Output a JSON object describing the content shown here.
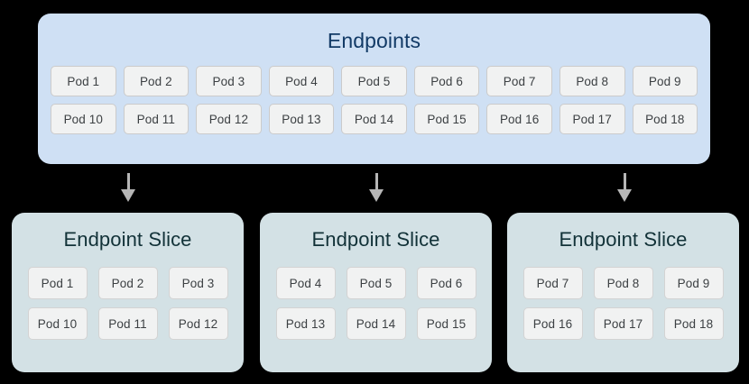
{
  "diagram": {
    "colors": {
      "background": "#000000",
      "endpoints_panel_bg": "#cfe0f4",
      "endpoints_title_text": "#123a66",
      "slice_panel_bg": "#d3e1e5",
      "slice_title_text": "#123238",
      "pod_chip_bg": "#f1f2f2",
      "pod_chip_border": "#cbcbcb",
      "pod_chip_text": "#3c4043",
      "arrow": "#b6b6b6"
    },
    "endpoints": {
      "title": "Endpoints",
      "rows": [
        [
          "Pod 1",
          "Pod 2",
          "Pod 3",
          "Pod 4",
          "Pod 5",
          "Pod 6",
          "Pod 7",
          "Pod 8",
          "Pod 9"
        ],
        [
          "Pod 10",
          "Pod 11",
          "Pod 12",
          "Pod 13",
          "Pod 14",
          "Pod 15",
          "Pod 16",
          "Pod 17",
          "Pod 18"
        ]
      ]
    },
    "arrows": [
      {
        "name": "arrow-to-slice-1"
      },
      {
        "name": "arrow-to-slice-2"
      },
      {
        "name": "arrow-to-slice-3"
      }
    ],
    "slices": [
      {
        "title": "Endpoint Slice",
        "rows": [
          [
            "Pod 1",
            "Pod 2",
            "Pod 3"
          ],
          [
            "Pod 10",
            "Pod 11",
            "Pod 12"
          ]
        ]
      },
      {
        "title": "Endpoint Slice",
        "rows": [
          [
            "Pod 4",
            "Pod 5",
            "Pod 6"
          ],
          [
            "Pod 13",
            "Pod 14",
            "Pod 15"
          ]
        ]
      },
      {
        "title": "Endpoint Slice",
        "rows": [
          [
            "Pod 7",
            "Pod 8",
            "Pod 9"
          ],
          [
            "Pod 16",
            "Pod 17",
            "Pod 18"
          ]
        ]
      }
    ]
  }
}
